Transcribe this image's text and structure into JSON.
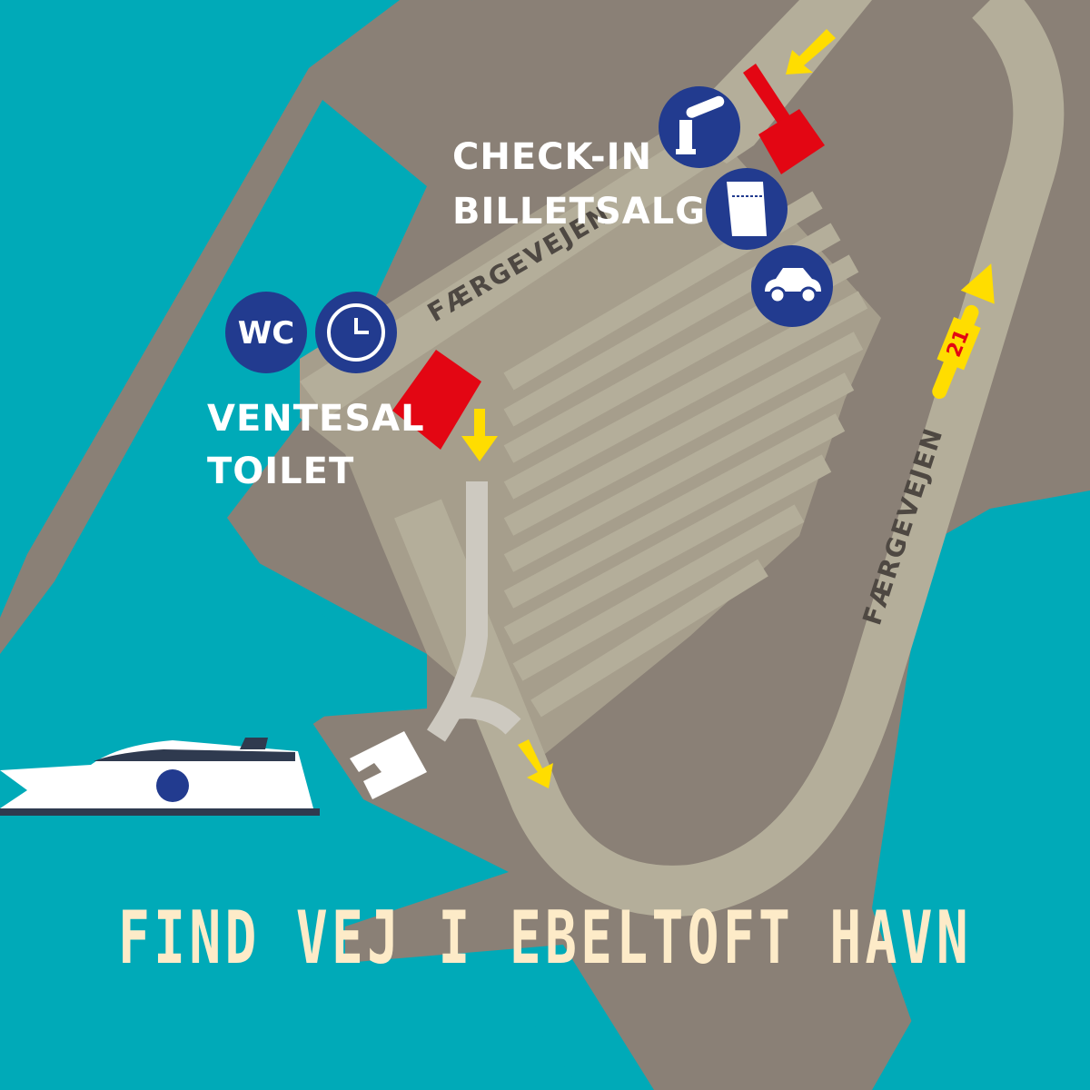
{
  "map": {
    "title": "FIND VEJ I EBELTOFT HAVN",
    "colors": {
      "water": "#00aab8",
      "land": "#8a8076",
      "pier": "#a69e8c",
      "road": "#b4ae9a",
      "path": "#cdc9c0",
      "building": "#e30613",
      "icon_circle": "#223b8f",
      "arrow": "#ffdd00",
      "title": "#fdebc8"
    },
    "labels": {
      "checkin": "CHECK-IN",
      "ticket_sales": "BILLETSALG",
      "waiting_room": "VENTESAL",
      "toilet": "TOILET"
    },
    "roads": {
      "north": "FÆRGEVEJEN",
      "east": "FÆRGEVEJEN"
    },
    "route_number": "21",
    "icons": {
      "wc_text": "WC",
      "wc": "wc-icon",
      "clock": "clock-icon",
      "barrier": "barrier-gate-icon",
      "ticket": "ticket-icon",
      "car": "car-icon",
      "ferry": "ferry-icon"
    }
  }
}
